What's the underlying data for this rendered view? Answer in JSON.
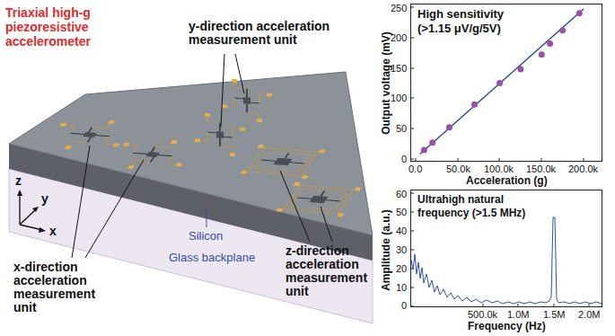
{
  "diagram": {
    "title": "Triaxial high-g piezoresistive accelerometer",
    "nodes": [
      {
        "text": [
          "High sensitivity (>1.15 μV/g/5V)"
        ]
      },
      {
        "text": [
          "Ultrahigh natural frequency (>1.5 MHz)"
        ]
      }
    ],
    "labels": [
      "y-direction acceleration measurement unit",
      "x-direction acceleration measurement unit",
      "z-direction acceleration measurement unit",
      "Silicon",
      "Glass backplane",
      "z",
      "y",
      "x",
      "Output voltage (mV)",
      "0",
      "50",
      "100",
      "150",
      "200",
      "250",
      "Acceleration (g)",
      "0.0",
      "50.0k",
      "100.0k",
      "150.0k",
      "200.0k",
      "Amplitude (a.u.)",
      "0",
      "10",
      "20",
      "30",
      "40",
      "50",
      "60",
      "Frequency (Hz)",
      "500.0k",
      "1.0M",
      "1.5M",
      "2.0M"
    ]
  }
}
